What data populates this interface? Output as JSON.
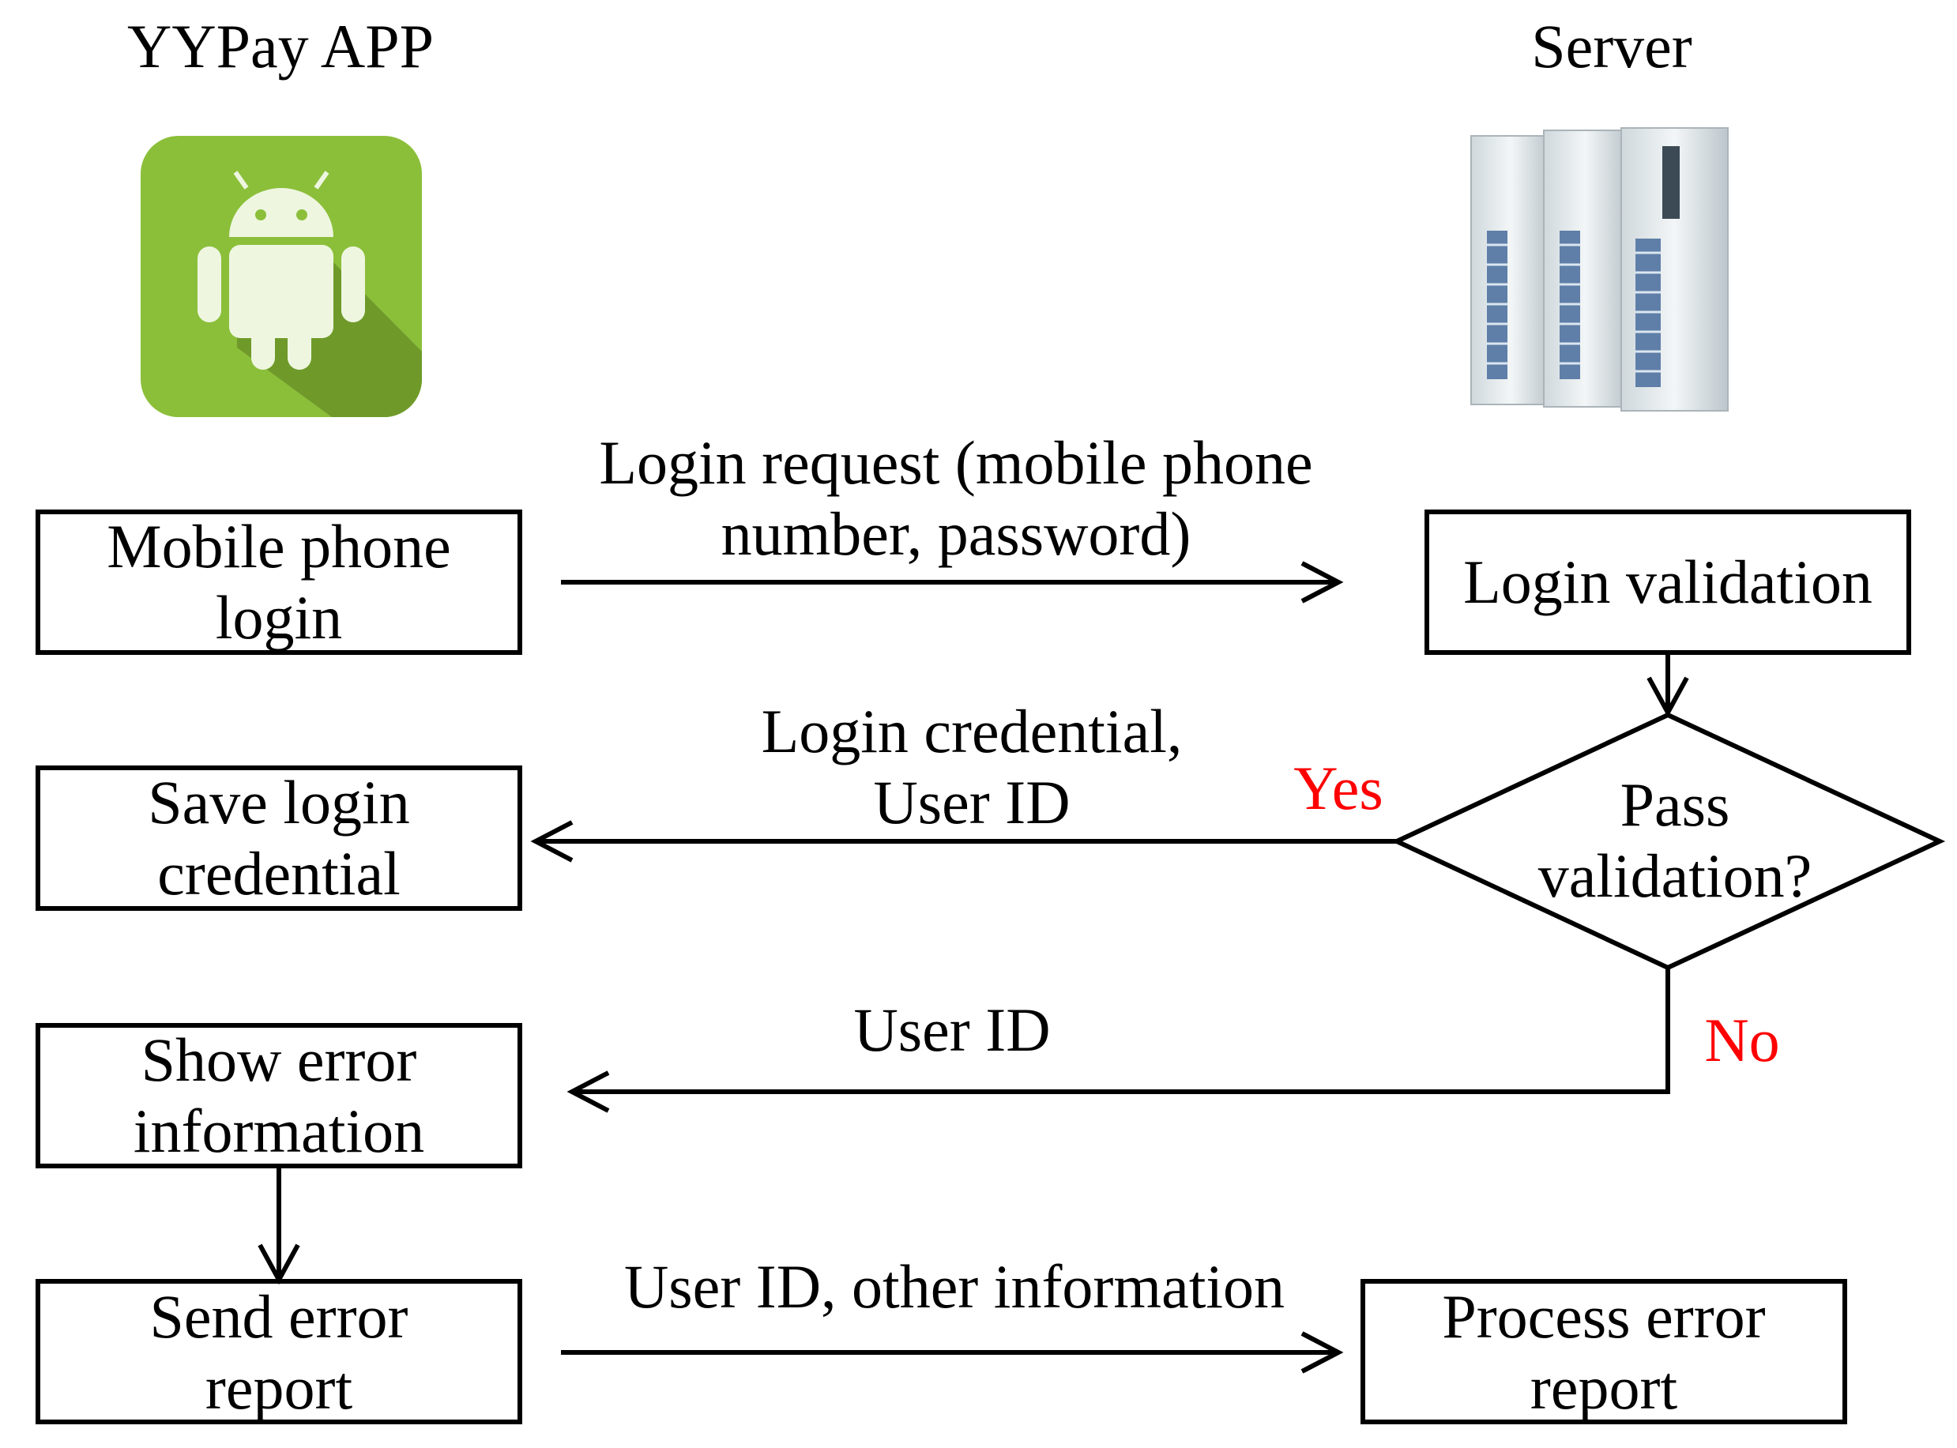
{
  "headers": {
    "app": "YYPay APP",
    "server": "Server"
  },
  "icons": {
    "app": "android-icon",
    "server": "server-rack-icon"
  },
  "colors": {
    "app_icon_green": "#8bbf3a",
    "branch_label": "#ff0000"
  },
  "app_boxes": {
    "mobile_login": [
      "Mobile phone",
      "login"
    ],
    "save_credential": [
      "Save login",
      "credential"
    ],
    "show_error": [
      "Show error",
      "information"
    ],
    "send_error": [
      "Send error",
      "report"
    ]
  },
  "server_boxes": {
    "login_validation": [
      "Login validation"
    ],
    "process_error": [
      "Process error",
      "report"
    ]
  },
  "decision": [
    "Pass",
    "validation?"
  ],
  "branches": {
    "yes": "Yes",
    "no": "No"
  },
  "messages": {
    "login_request": [
      "Login request (mobile phone",
      "number, password)"
    ],
    "credential": [
      "Login credential,",
      "User ID"
    ],
    "user_id": [
      "User ID"
    ],
    "error_report": [
      "User ID, other information"
    ]
  }
}
